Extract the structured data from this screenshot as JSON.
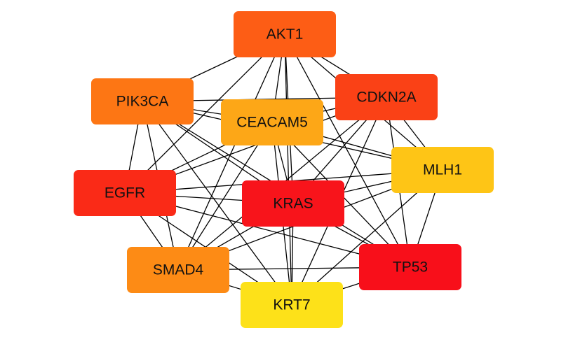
{
  "nodes": [
    {
      "id": "AKT1",
      "label": "AKT1",
      "color": "#fd5d15"
    },
    {
      "id": "CDKN2A",
      "label": "CDKN2A",
      "color": "#fa4116"
    },
    {
      "id": "PIK3CA",
      "label": "PIK3CA",
      "color": "#fd7614"
    },
    {
      "id": "CEACAM5",
      "label": "CEACAM5",
      "color": "#fda717"
    },
    {
      "id": "MLH1",
      "label": "MLH1",
      "color": "#fec516"
    },
    {
      "id": "EGFR",
      "label": "EGFR",
      "color": "#fa2a17"
    },
    {
      "id": "KRAS",
      "label": "KRAS",
      "color": "#f8141b"
    },
    {
      "id": "SMAD4",
      "label": "SMAD4",
      "color": "#fd8b15"
    },
    {
      "id": "TP53",
      "label": "TP53",
      "color": "#f80f1a"
    },
    {
      "id": "KRT7",
      "label": "KRT7",
      "color": "#fde119"
    }
  ],
  "edges": [
    [
      "AKT1",
      "PIK3CA"
    ],
    [
      "AKT1",
      "CDKN2A"
    ],
    [
      "AKT1",
      "CEACAM5"
    ],
    [
      "AKT1",
      "EGFR"
    ],
    [
      "AKT1",
      "KRAS"
    ],
    [
      "AKT1",
      "MLH1"
    ],
    [
      "AKT1",
      "SMAD4"
    ],
    [
      "AKT1",
      "TP53"
    ],
    [
      "AKT1",
      "KRT7"
    ],
    [
      "PIK3CA",
      "CEACAM5"
    ],
    [
      "PIK3CA",
      "CDKN2A"
    ],
    [
      "PIK3CA",
      "EGFR"
    ],
    [
      "PIK3CA",
      "KRAS"
    ],
    [
      "PIK3CA",
      "MLH1"
    ],
    [
      "PIK3CA",
      "SMAD4"
    ],
    [
      "PIK3CA",
      "TP53"
    ],
    [
      "PIK3CA",
      "KRT7"
    ],
    [
      "CDKN2A",
      "CEACAM5"
    ],
    [
      "CDKN2A",
      "EGFR"
    ],
    [
      "CDKN2A",
      "KRAS"
    ],
    [
      "CDKN2A",
      "MLH1"
    ],
    [
      "CDKN2A",
      "SMAD4"
    ],
    [
      "CDKN2A",
      "TP53"
    ],
    [
      "CDKN2A",
      "KRT7"
    ],
    [
      "CEACAM5",
      "EGFR"
    ],
    [
      "CEACAM5",
      "KRAS"
    ],
    [
      "CEACAM5",
      "MLH1"
    ],
    [
      "CEACAM5",
      "SMAD4"
    ],
    [
      "CEACAM5",
      "TP53"
    ],
    [
      "CEACAM5",
      "KRT7"
    ],
    [
      "EGFR",
      "KRAS"
    ],
    [
      "EGFR",
      "MLH1"
    ],
    [
      "EGFR",
      "SMAD4"
    ],
    [
      "EGFR",
      "TP53"
    ],
    [
      "EGFR",
      "KRT7"
    ],
    [
      "MLH1",
      "KRAS"
    ],
    [
      "MLH1",
      "SMAD4"
    ],
    [
      "MLH1",
      "TP53"
    ],
    [
      "MLH1",
      "KRT7"
    ],
    [
      "KRAS",
      "SMAD4"
    ],
    [
      "KRAS",
      "TP53"
    ],
    [
      "KRAS",
      "KRT7"
    ],
    [
      "SMAD4",
      "TP53"
    ],
    [
      "SMAD4",
      "KRT7"
    ],
    [
      "TP53",
      "KRT7"
    ]
  ]
}
